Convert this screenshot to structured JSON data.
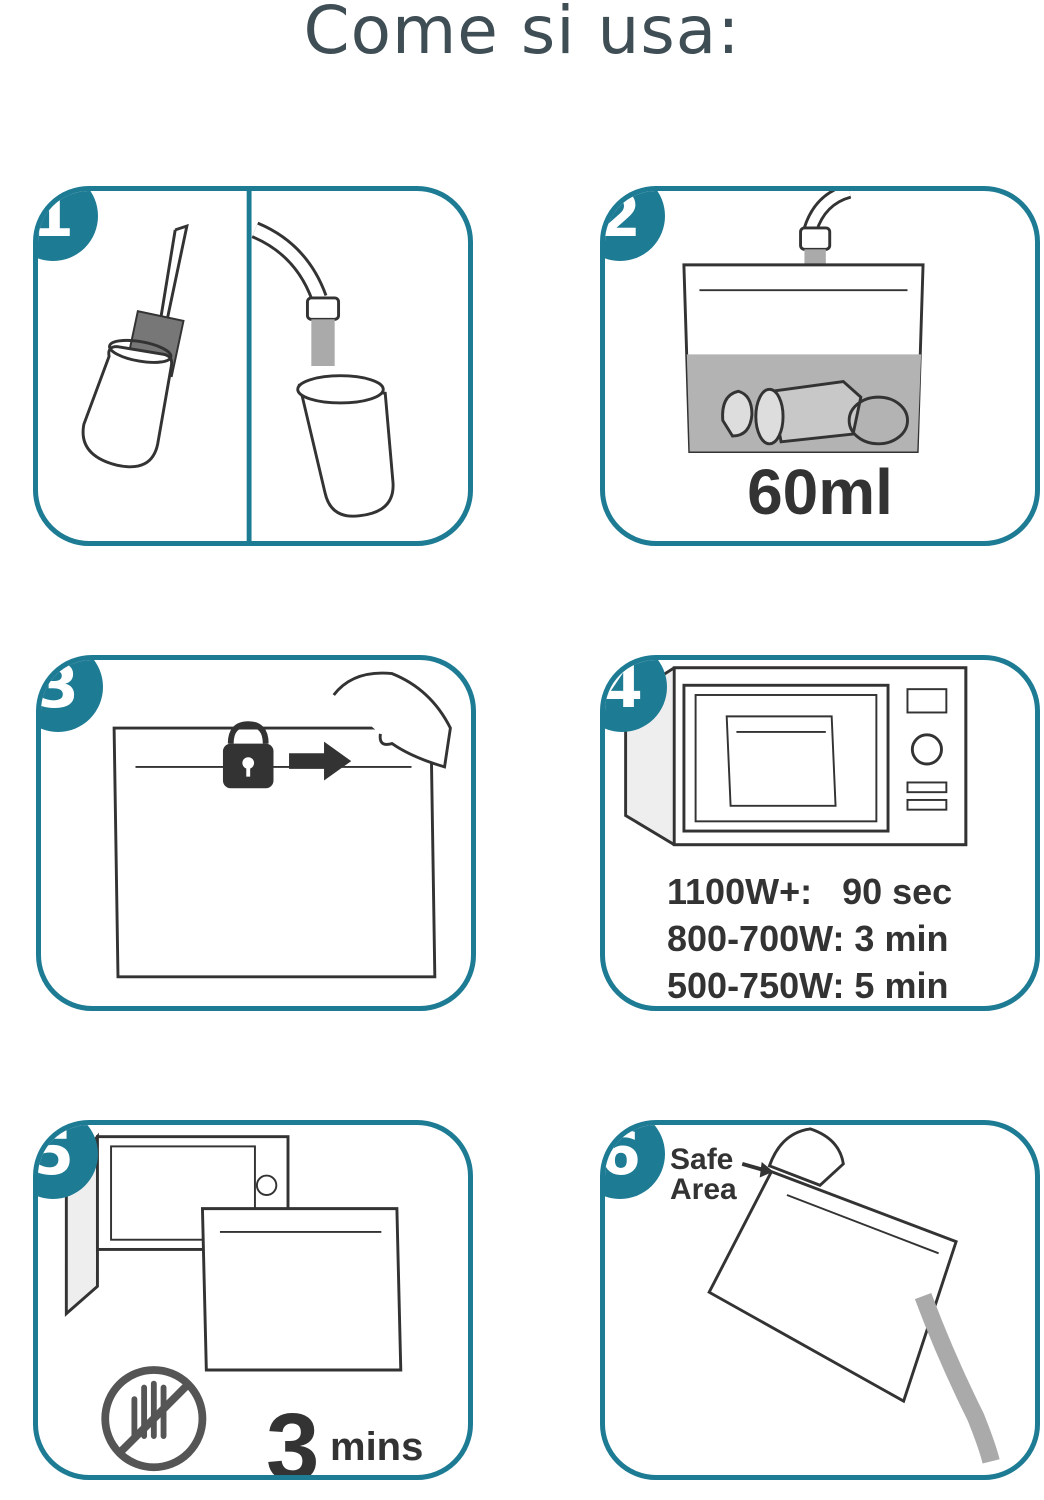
{
  "title": "Come si usa:",
  "steps": [
    {
      "number": "1"
    },
    {
      "number": "2",
      "amount": "60ml"
    },
    {
      "number": "3"
    },
    {
      "number": "4",
      "times": [
        "1100W+:   90 sec",
        "800-700W: 3 min",
        "500-750W: 5 min"
      ]
    },
    {
      "number": "5",
      "wait_value": "3",
      "wait_unit": "mins"
    },
    {
      "number": "6",
      "safe_area": [
        "Safe",
        "Area"
      ]
    }
  ],
  "colors": {
    "accent": "#1d7b94",
    "line": "#333333",
    "text": "#3f4d55"
  }
}
